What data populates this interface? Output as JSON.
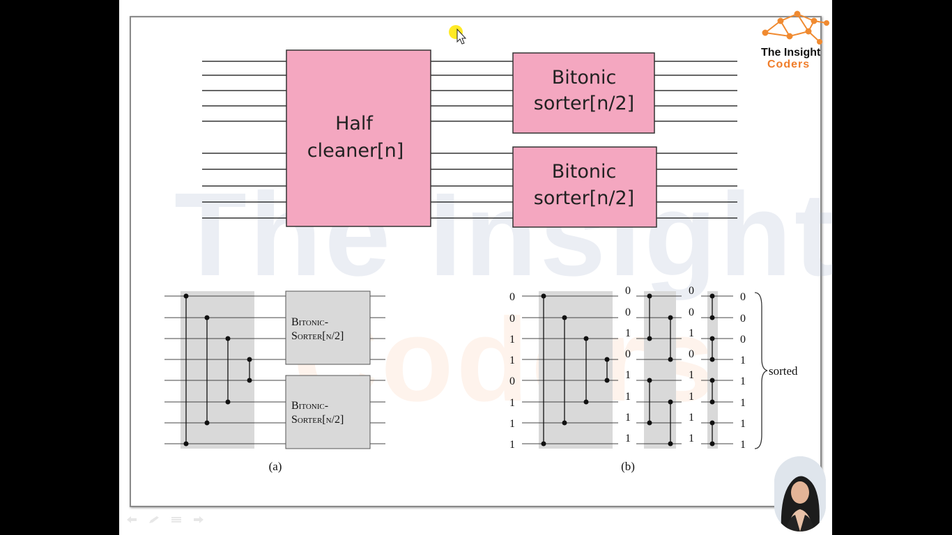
{
  "watermark": {
    "line1": "The Insight",
    "line2": "Coders"
  },
  "logo": {
    "name": "The Insight",
    "sub": "Coders",
    "accent_color": "#f07d2a"
  },
  "top_diagram": {
    "half_cleaner_label": [
      "Half",
      "cleaner[n]"
    ],
    "bitonic_upper_label": [
      "Bitonic",
      "sorter[n/2]"
    ],
    "bitonic_lower_label": [
      "Bitonic",
      "sorter[n/2]"
    ],
    "box_color": "#f4a7c0"
  },
  "diagram_a": {
    "box_upper_label": [
      "Bitonic-",
      "Sorter[n/2]"
    ],
    "box_lower_label": [
      "Bitonic-",
      "Sorter[n/2]"
    ],
    "caption": "(a)"
  },
  "diagram_b": {
    "inputs": [
      "0",
      "0",
      "1",
      "1",
      "0",
      "1",
      "1",
      "1"
    ],
    "after_stage1": [
      "0",
      "0",
      "1",
      "0",
      "1",
      "1",
      "1",
      "1"
    ],
    "after_stage2": [
      "0",
      "0",
      "1",
      "0",
      "1",
      "1",
      "1",
      "1"
    ],
    "outputs": [
      "0",
      "0",
      "0",
      "1",
      "1",
      "1",
      "1",
      "1"
    ],
    "brace_label": "sorted",
    "caption": "(b)"
  },
  "presenter": {
    "icon": "presenter-photo"
  },
  "controls": [
    "back-icon",
    "pen-icon",
    "menu-icon",
    "forward-icon"
  ]
}
